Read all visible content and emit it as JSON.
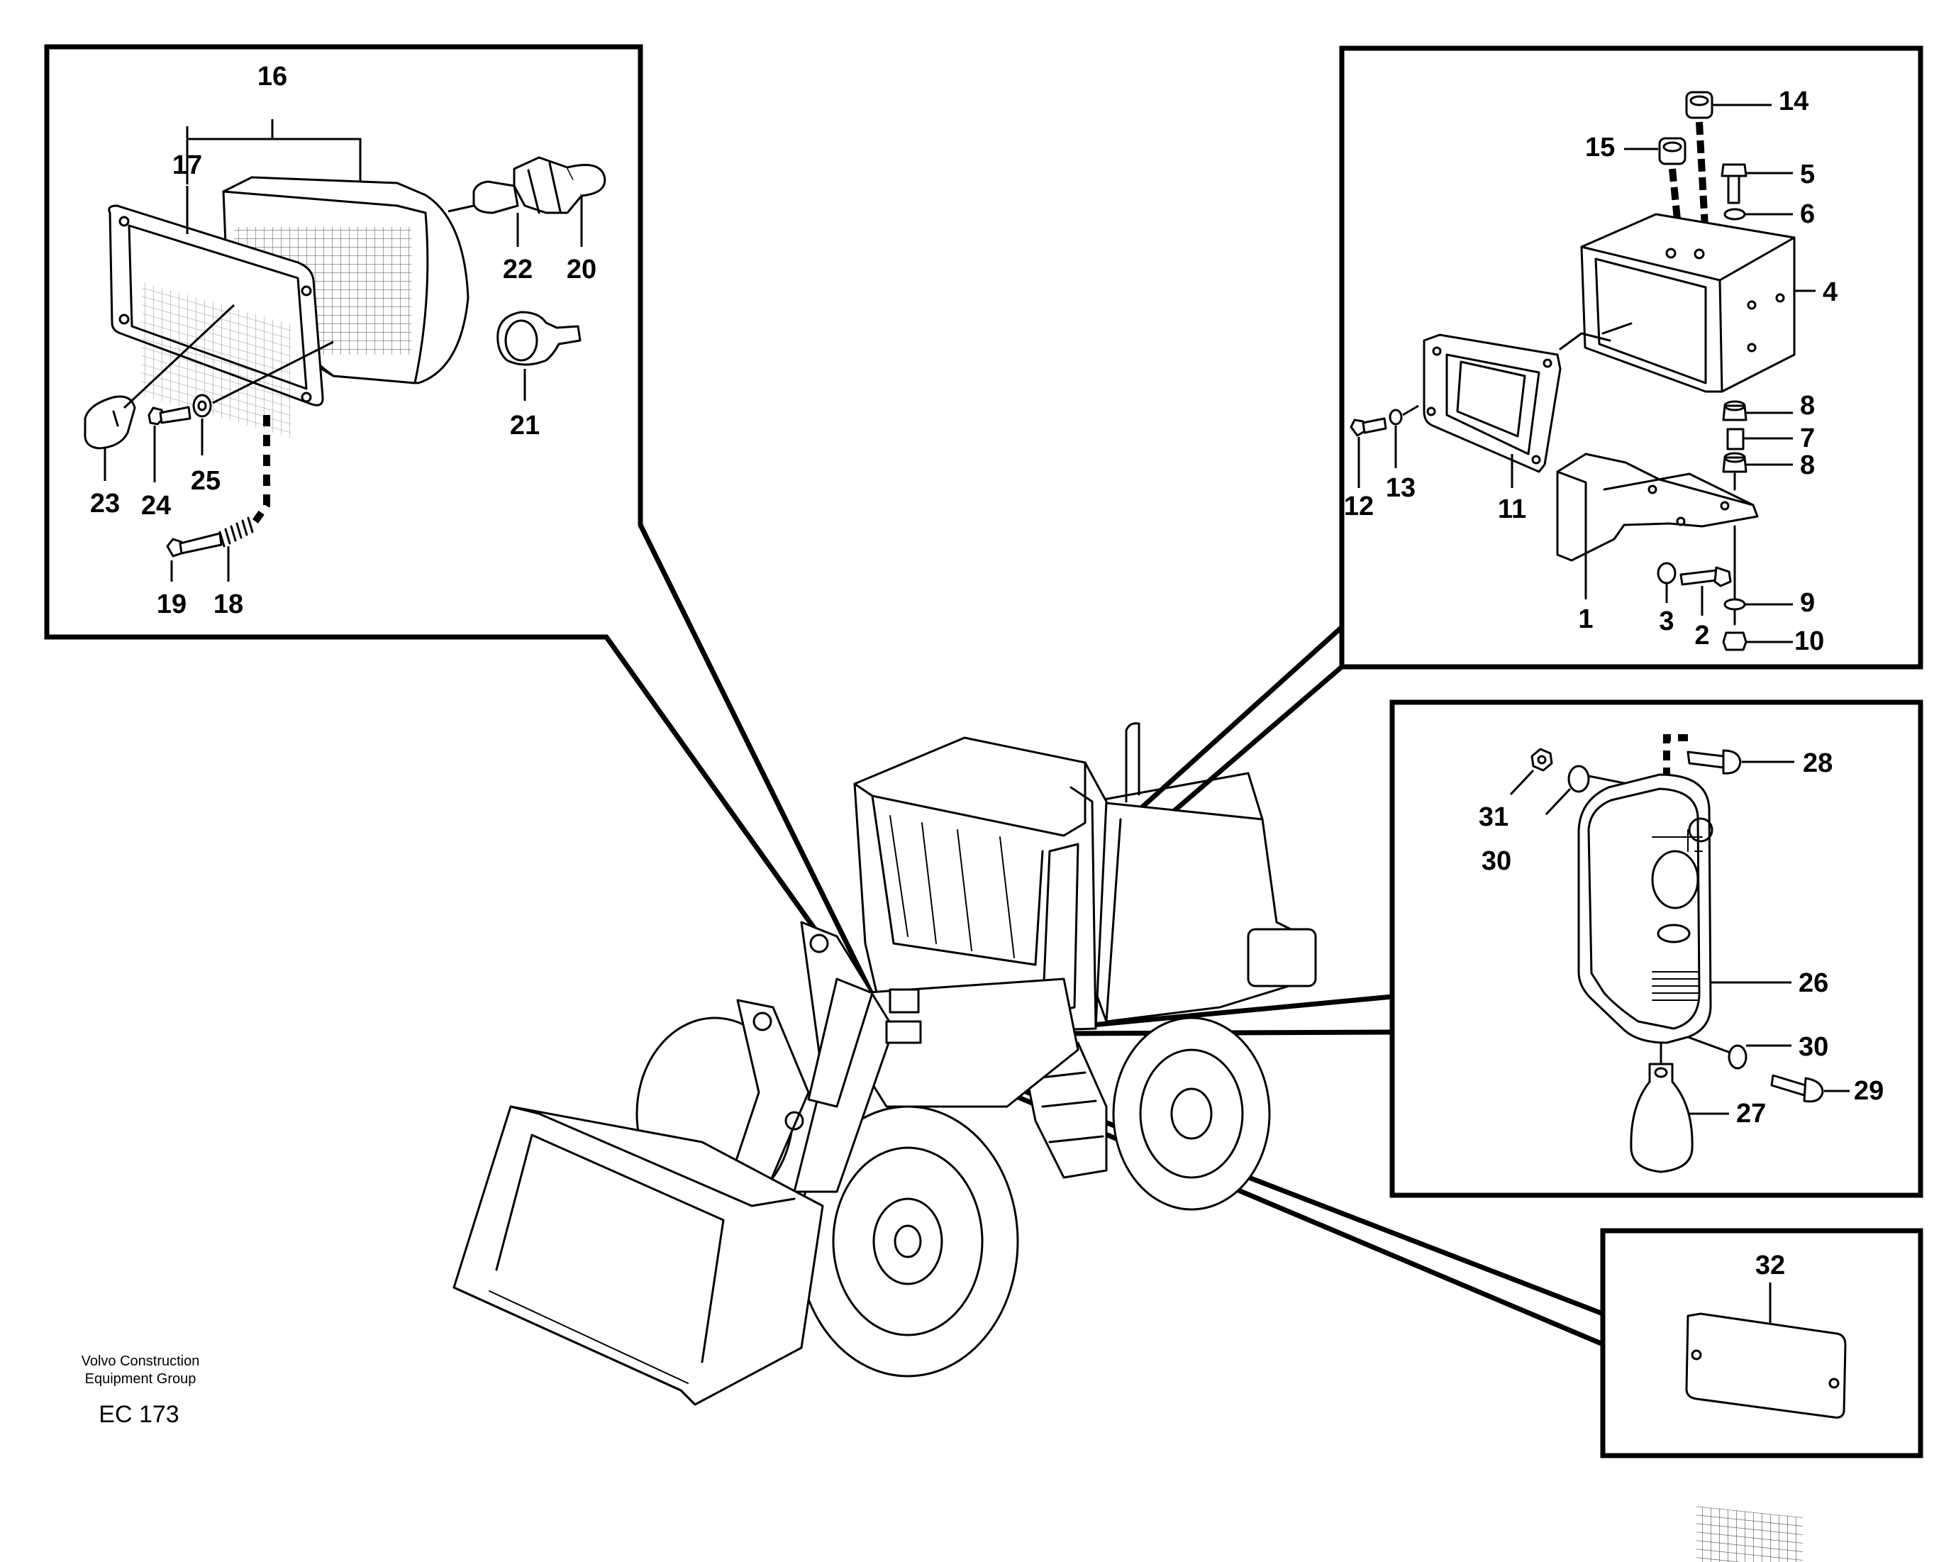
{
  "footer": {
    "company_line1": "Volvo Construction",
    "company_line2": "Equipment Group",
    "diagram_code": "EC 173"
  },
  "callouts": {
    "c1": "1",
    "c2": "2",
    "c3": "3",
    "c4": "4",
    "c5": "5",
    "c6": "6",
    "c7": "7",
    "c8a": "8",
    "c8b": "8",
    "c9": "9",
    "c10": "10",
    "c11": "11",
    "c12": "12",
    "c13": "13",
    "c14": "14",
    "c15": "15",
    "c16": "16",
    "c17": "17",
    "c18": "18",
    "c19": "19",
    "c20": "20",
    "c21": "21",
    "c22": "22",
    "c23": "23",
    "c24": "24",
    "c25": "25",
    "c26": "26",
    "c27": "27",
    "c28": "28",
    "c29": "29",
    "c30a": "30",
    "c30b": "30",
    "c31": "31",
    "c32": "32"
  }
}
